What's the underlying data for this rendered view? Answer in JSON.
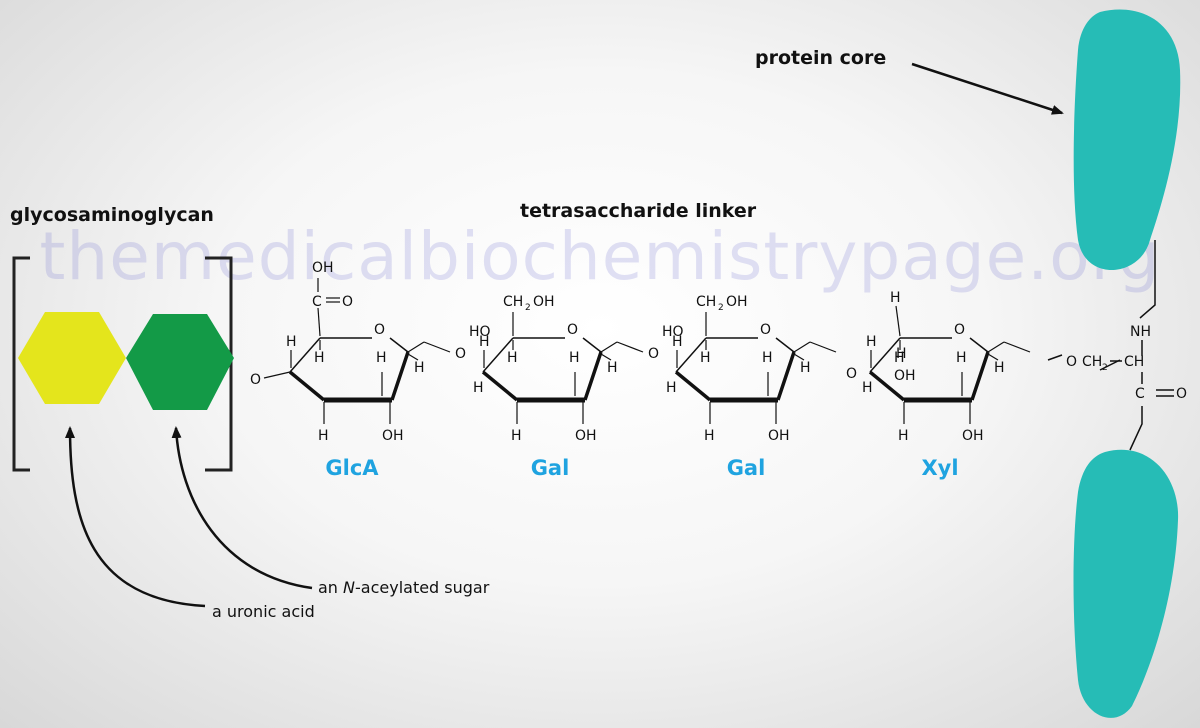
{
  "labels": {
    "glycosaminoglycan": "glycosaminoglycan",
    "tetrasaccharide_linker": "tetrasaccharide linker",
    "protein_core": "protein core",
    "n_acetylated_sugar_prefix": "an ",
    "n_acetylated_sugar_italic": "N",
    "n_acetylated_sugar_suffix": "-aceylated sugar",
    "uronic_acid": "a uronic acid"
  },
  "watermark": "themedicalbiochemistrypage.org",
  "sugars": [
    "GlcA",
    "Gal",
    "Gal",
    "Xyl"
  ],
  "colors": {
    "uronic_acid_hexagon": "#e4e51c",
    "n_acetylated_hexagon": "#139a47",
    "protein_core": "#26bcb6",
    "sugar_label": "#1fa3e0"
  }
}
